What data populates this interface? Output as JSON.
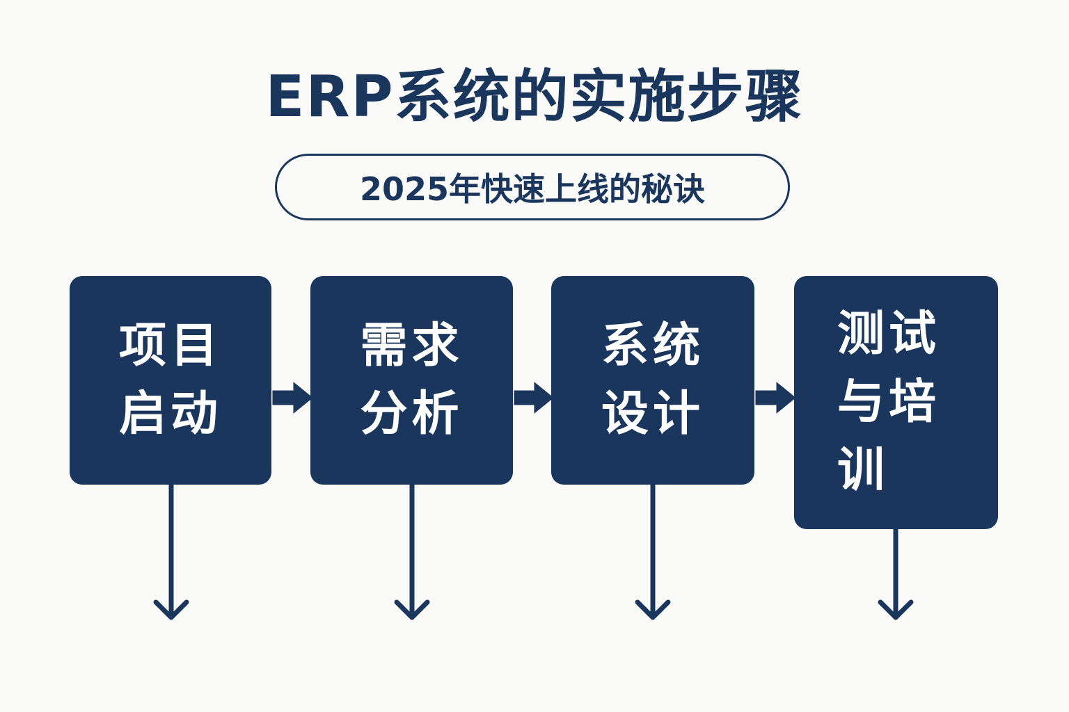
{
  "title": "ERP系统的实施步骤",
  "subtitle": "2025年快速上线的秘诀",
  "steps": [
    {
      "lines": [
        "项目",
        "启动"
      ]
    },
    {
      "lines": [
        "需求",
        "分析"
      ]
    },
    {
      "lines": [
        "系统",
        "设计"
      ]
    },
    {
      "lines": [
        "测试",
        "与培",
        "训"
      ]
    }
  ],
  "colors": {
    "primary": "#1b365d",
    "background": "#fafaf8",
    "text_on_primary": "#ffffff"
  }
}
